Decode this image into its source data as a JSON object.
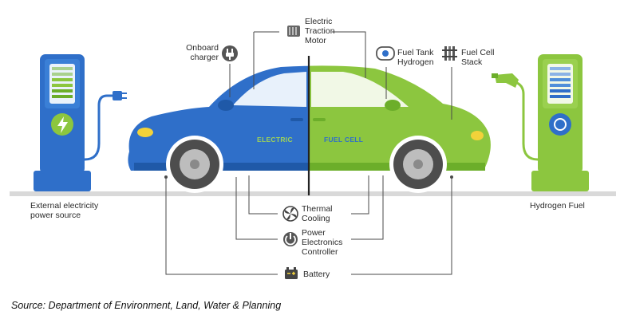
{
  "labels": {
    "onboard_charger": [
      "Onboard",
      "charger"
    ],
    "electric_traction_motor": [
      "Electric",
      "Traction",
      "Motor"
    ],
    "fuel_tank_hydrogen": [
      "Fuel Tank",
      "Hydrogen"
    ],
    "fuel_cell_stack": [
      "Fuel Cell",
      "Stack"
    ],
    "external_power": [
      "External electricity",
      "power source"
    ],
    "hydrogen_fuel": "Hydrogen Fuel",
    "thermal_cooling": [
      "Thermal",
      "Cooling"
    ],
    "power_electronics": [
      "Power",
      "Electronics",
      "Controller"
    ],
    "battery": "Battery"
  },
  "car_badges": {
    "electric": "ELECTRIC",
    "fuel_cell": "FUEL CELL"
  },
  "source": "Source: Department of Environment, Land, Water & Planning",
  "colors": {
    "electric_blue": "#2f6fc9",
    "fuel_green": "#8cc63f",
    "leader_line": "#4a4a4a",
    "ground": "#d9d9d9"
  },
  "icons": {
    "onboard_charger": "plug-icon",
    "electric_traction_motor": "motor-icon",
    "fuel_tank_hydrogen": "fuel-tank-icon",
    "fuel_cell_stack": "fuel-cell-icon",
    "thermal_cooling": "fan-icon",
    "power_electronics": "power-icon",
    "battery": "battery-icon"
  }
}
